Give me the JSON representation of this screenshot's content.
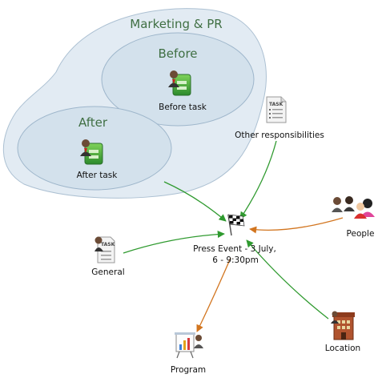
{
  "groups": {
    "outer": {
      "title": "Marketing & PR"
    },
    "before": {
      "title": "Before"
    },
    "after": {
      "title": "After"
    }
  },
  "nodes": {
    "before_task": {
      "label": "Before task",
      "icon": "person-task-icon"
    },
    "after_task": {
      "label": "After task",
      "icon": "person-task-icon"
    },
    "other_resp": {
      "label": "Other responsibilities",
      "icon": "task-document-icon"
    },
    "people": {
      "label": "People",
      "icon": "people-group-icon"
    },
    "center": {
      "label_line1": "Press Event - 3 July,",
      "label_line2": "6 - 9:30pm",
      "icon": "checkered-flag-icon"
    },
    "general": {
      "label": "General",
      "icon": "person-task-document-icon"
    },
    "location": {
      "label": "Location",
      "icon": "building-icon"
    },
    "program": {
      "label": "Program",
      "icon": "presentation-board-icon"
    }
  },
  "colors": {
    "group_fill": "#dde8f1",
    "group_stroke": "#9eb6cb",
    "group_title": "#3f6f43",
    "edge_green": "#2f9a2f",
    "edge_orange": "#d2751f"
  }
}
